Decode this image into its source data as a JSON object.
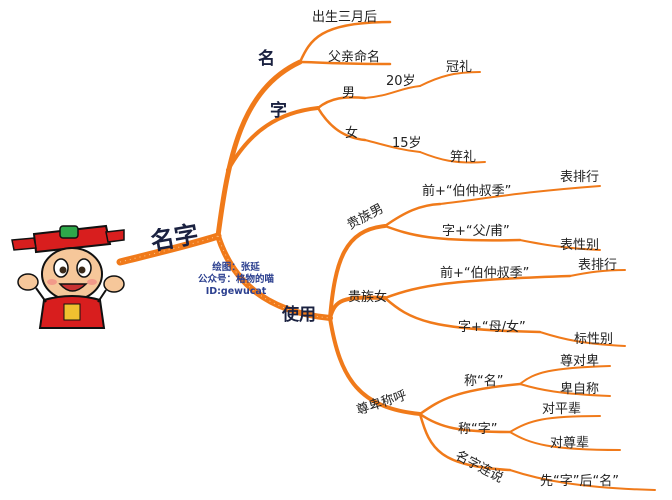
{
  "root": "名字",
  "credits": [
    "绘图：张延",
    "公众号：格物的喵",
    "ID:gewucat"
  ],
  "branch_ming": {
    "title": "名",
    "children": [
      "出生三月后",
      "父亲命名"
    ]
  },
  "branch_zi": {
    "title": "字",
    "male": {
      "label": "男",
      "age": "20岁",
      "rite": "冠礼"
    },
    "female": {
      "label": "女",
      "age": "15岁",
      "rite": "笄礼"
    }
  },
  "branch_use": {
    "title": "使用",
    "noble_male": {
      "label": "贵族男",
      "front": "前+“伯仲叔季”",
      "front_meaning": "表排行",
      "zi": "字+“父/甫”",
      "zi_meaning": "表性别"
    },
    "noble_female": {
      "label": "贵族女",
      "front": "前+“伯仲叔季”",
      "front_meaning": "表排行",
      "zi": "字+“母/女”",
      "zi_meaning": "标性别"
    },
    "respect": {
      "label": "尊卑称呼",
      "call_ming": "称“名”",
      "call_ming_a": "尊对卑",
      "call_ming_b": "卑自称",
      "call_zi": "称“字”",
      "call_zi_a": "对平辈",
      "call_zi_b": "对尊辈",
      "combined": "名字连说",
      "combined_rule": "先“字”后“名”"
    }
  },
  "colors": {
    "branch": "#f07a1a",
    "branch_dark": "#d9600a",
    "text": "#222222"
  }
}
